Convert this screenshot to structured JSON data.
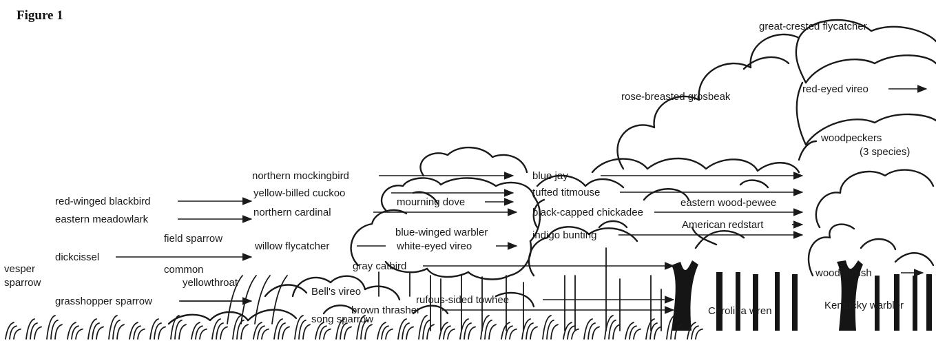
{
  "figure": {
    "title": "Figure 1"
  },
  "labels": {
    "vesper_sparrow_1": "vesper",
    "vesper_sparrow_2": "sparrow",
    "red_winged_blackbird": "red-winged blackbird",
    "eastern_meadowlark": "eastern meadowlark",
    "field_sparrow": "field sparrow",
    "dickcissel": "dickcissel",
    "common_yellowthroat_1": "common",
    "common_yellowthroat_2": "yellowthroat",
    "grasshopper_sparrow": "grasshopper sparrow",
    "northern_mockingbird": "northern mockingbird",
    "yellow_billed_cuckoo": "yellow-billed cuckoo",
    "northern_cardinal": "northern cardinal",
    "willow_flycatcher": "willow flycatcher",
    "mourning_dove": "mourning dove",
    "blue_winged_warbler": "blue-winged warbler",
    "white_eyed_vireo": "white-eyed vireo",
    "gray_catbird": "gray catbird",
    "bells_vireo": "Bell's vireo",
    "song_sparrow": "song sparrow",
    "brown_thrasher": "brown thrasher",
    "rufous_sided_towhee": "rufous-sided towhee",
    "blue_jay": "blue jay",
    "tufted_titmouse": "tufted titmouse",
    "black_capped_chickadee": "black-capped chickadee",
    "indigo_bunting": "indigo bunting",
    "eastern_wood_pewee": "eastern wood-pewee",
    "american_redstart": "American redstart",
    "rose_breasted_grosbeak": "rose-breasted grosbeak",
    "great_crested_flycatcher": "great-crested  flycatcher",
    "red_eyed_vireo": "red-eyed vireo",
    "woodpeckers_1": "woodpeckers",
    "woodpeckers_2": "(3 species)",
    "carolina_wren": "Carolina wren",
    "wood_thrush": "wood thrush",
    "kentucky_warbler": "Kentucky warbler"
  }
}
